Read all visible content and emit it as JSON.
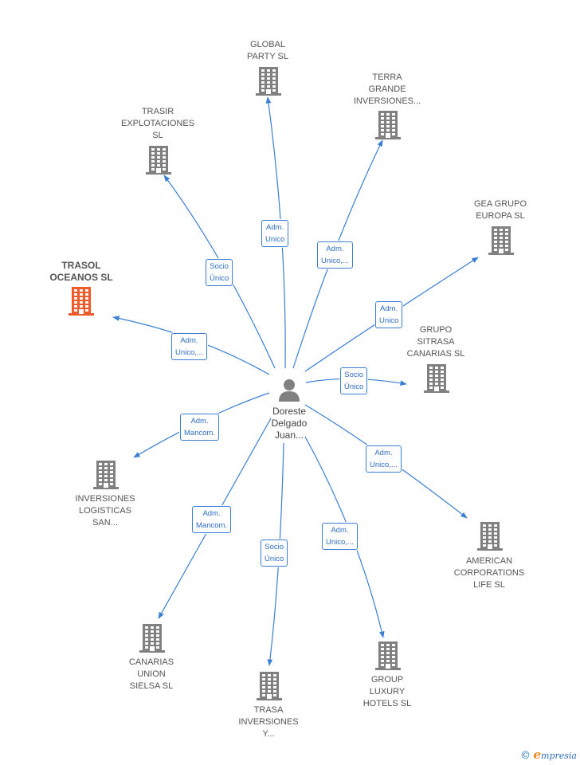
{
  "colors": {
    "edge": "#3a7fd5",
    "company": "#808080",
    "highlight": "#f05a28"
  },
  "center": {
    "name": "Doreste\nDelgado\nJuan..."
  },
  "companies": [
    {
      "id": "global-party",
      "label": "GLOBAL\nPARTY SL"
    },
    {
      "id": "terra-grande",
      "label": "TERRA\nGRANDE\nINVERSIONES..."
    },
    {
      "id": "trasir",
      "label": "TRASIR\nEXPLOTACIONES\nSL"
    },
    {
      "id": "gea-grupo",
      "label": "GEA GRUPO\nEUROPA SL"
    },
    {
      "id": "trasol",
      "label": "TRASOL\nOCEANOS SL",
      "highlight": true
    },
    {
      "id": "grupo-sitrasa",
      "label": "GRUPO\nSITRASA\nCANARIAS SL"
    },
    {
      "id": "inversiones-logisticas",
      "label": "INVERSIONES\nLOGISTICAS\nSAN..."
    },
    {
      "id": "american-corporations",
      "label": "AMERICAN\nCORPORATIONS\nLIFE SL"
    },
    {
      "id": "canarias-union",
      "label": "CANARIAS\nUNION\nSIELSA SL"
    },
    {
      "id": "trasa",
      "label": "TRASA\nINVERSIONES\nY..."
    },
    {
      "id": "group-luxury",
      "label": "GROUP\nLUXURY\nHOTELS SL"
    }
  ],
  "relations": [
    {
      "to": "global-party",
      "label": "Adm.\nUnico"
    },
    {
      "to": "terra-grande",
      "label": "Adm.\nUnico,..."
    },
    {
      "to": "trasir",
      "label": "Socio\nÚnico"
    },
    {
      "to": "gea-grupo",
      "label": "Adm.\nUnico"
    },
    {
      "to": "trasol",
      "label": "Adm.\nUnico,..."
    },
    {
      "to": "grupo-sitrasa",
      "label": "Socio\nÚnico"
    },
    {
      "to": "inversiones-logisticas",
      "label": "Adm.\nMancom."
    },
    {
      "to": "american-corporations",
      "label": "Adm.\nUnico,..."
    },
    {
      "to": "canarias-union",
      "label": "Adm.\nMancom."
    },
    {
      "to": "trasa",
      "label": "Socio\nÚnico"
    },
    {
      "to": "group-luxury",
      "label": "Adm.\nUnico,..."
    }
  ],
  "footer": {
    "copyright": "©",
    "brand_initial": "e",
    "brand_rest": "mpresia"
  }
}
